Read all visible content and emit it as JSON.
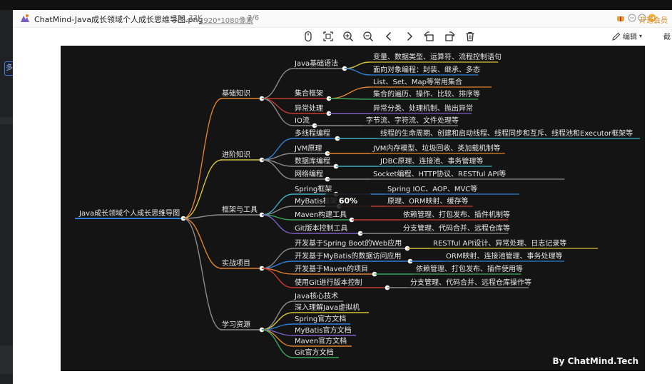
{
  "app": {
    "file_title": "ChatMind-Java成长领域个人成长思维导图.png",
    "file_size": "331.33K",
    "resolution": "1920*1080像素",
    "page": "2/6",
    "vip_label": "开通会员",
    "edit_label": "编辑",
    "cut_label": "截",
    "left_tab": "多",
    "zoom": "60%"
  },
  "colors": {
    "orange": "#e0812c",
    "gray": "#8a8a8a",
    "red": "#c43a31",
    "blue": "#2e7fd6",
    "yellow": "#d7c13a",
    "green": "#3aa65a",
    "purple": "#7b5ec6",
    "cyan": "#3aaec4"
  },
  "mindmap": {
    "root": "Java成长领域个人成长思维导图",
    "watermark": "By ChatMind.Tech",
    "branches": [
      {
        "label": "基础知识",
        "children": [
          {
            "label": "Java基础语法",
            "details": [
              "变量、数据类型、运算符、流程控制语句",
              "面向对象编程：封装、继承、多态"
            ]
          },
          {
            "label": "集合框架",
            "details": [
              "List、Set、Map等常用集合",
              "集合的遍历、操作、比较、排序等"
            ]
          },
          {
            "label": "异常处理",
            "details": [
              "异常分类、处理机制、抛出异常"
            ]
          },
          {
            "label": "IO流",
            "details": [
              "字节流、字符流、文件处理等"
            ]
          }
        ]
      },
      {
        "label": "进阶知识",
        "children": [
          {
            "label": "多线程编程",
            "details": [
              "线程的生命周期、创建和启动线程、线程同步和互斥、线程池和Executor框架等"
            ]
          },
          {
            "label": "JVM原理",
            "details": [
              "JVM内存模型、垃圾回收、类加载机制等"
            ]
          },
          {
            "label": "数据库编程",
            "details": [
              "JDBC原理、连接池、事务管理等"
            ]
          },
          {
            "label": "网络编程",
            "details": [
              "Socket编程、HTTP协议、RESTful API等"
            ]
          }
        ]
      },
      {
        "label": "框架与工具",
        "children": [
          {
            "label": "Spring框架",
            "details": [
              "Spring IOC、AOP、MVC等"
            ]
          },
          {
            "label": "MyBatis框架",
            "details": [
              "原理、ORM映射、缓存等"
            ]
          },
          {
            "label": "Maven构建工具",
            "details": [
              "依赖管理、打包发布、插件机制等"
            ]
          },
          {
            "label": "Git版本控制工具",
            "details": [
              "分支管理、代码合并、远程仓库等"
            ]
          }
        ]
      },
      {
        "label": "实战项目",
        "children": [
          {
            "label": "开发基于Spring Boot的Web应用",
            "details": [
              "RESTful API设计、异常处理、日志记录等"
            ]
          },
          {
            "label": "开发基于MyBatis的数据访问应用",
            "details": [
              "ORM映射、连接池管理、事务处理等"
            ]
          },
          {
            "label": "开发基于Maven的项目",
            "details": [
              "依赖管理、打包发布、插件使用等"
            ]
          },
          {
            "label": "使用Git进行版本控制",
            "details": [
              "分支管理、代码合并、远程仓库操作等"
            ]
          }
        ]
      },
      {
        "label": "学习资源",
        "children": [
          {
            "label": "Java核心技术",
            "details": []
          },
          {
            "label": "深入理解Java虚拟机",
            "details": []
          },
          {
            "label": "Spring官方文档",
            "details": []
          },
          {
            "label": "MyBatis官方文档",
            "details": []
          },
          {
            "label": "Maven官方文档",
            "details": []
          },
          {
            "label": "Git官方文档",
            "details": []
          }
        ]
      }
    ]
  }
}
